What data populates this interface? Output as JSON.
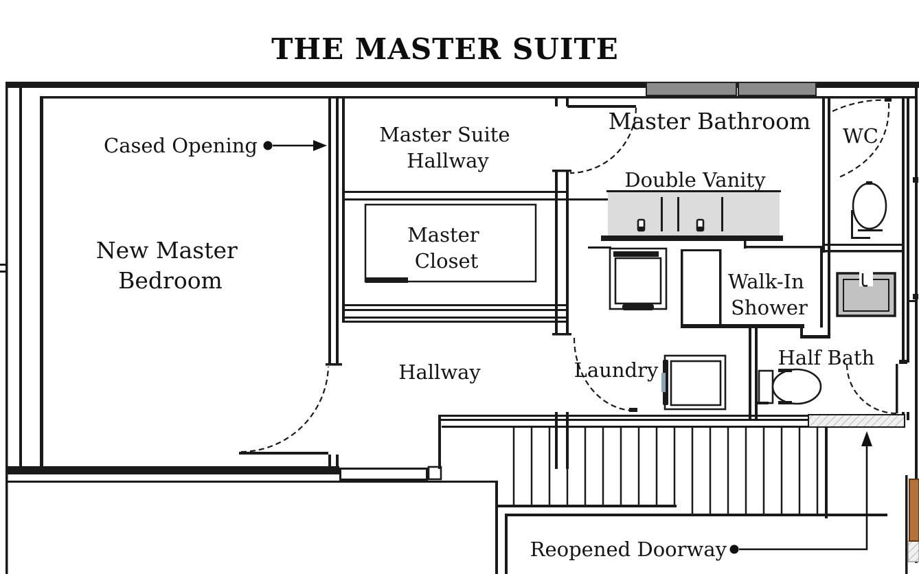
{
  "title": "THE MASTER SUITE",
  "rooms": {
    "bedroom": {
      "line1": "New Master",
      "line2": "Bedroom"
    },
    "master_suite_hallway": {
      "line1": "Master Suite",
      "line2": "Hallway"
    },
    "master_closet": {
      "line1": "Master",
      "line2": "Closet"
    },
    "hallway": {
      "label": "Hallway"
    },
    "master_bathroom": {
      "label": "Master Bathroom"
    },
    "double_vanity": {
      "label": "Double Vanity"
    },
    "wc": {
      "label": "WC"
    },
    "walk_in_shower": {
      "line1": "Walk-In",
      "line2": "Shower"
    },
    "laundry": {
      "label": "Laundry"
    },
    "half_bath": {
      "label": "Half Bath"
    }
  },
  "annotations": {
    "cased_opening": {
      "label": "Cased Opening"
    },
    "reopened_doorway": {
      "label": "Reopened Doorway"
    }
  },
  "colors": {
    "wall": "#1a1a1a",
    "new_wall_gray": "#8c8c8c",
    "vanity_fill": "#dcdcdc",
    "sink_fill": "#c2c2c2",
    "hatch_fill": "#f0f0f0",
    "hatch_line": "#b9b9b9",
    "wood": "#b5713a",
    "washer_accent": "#8fa3b0"
  }
}
